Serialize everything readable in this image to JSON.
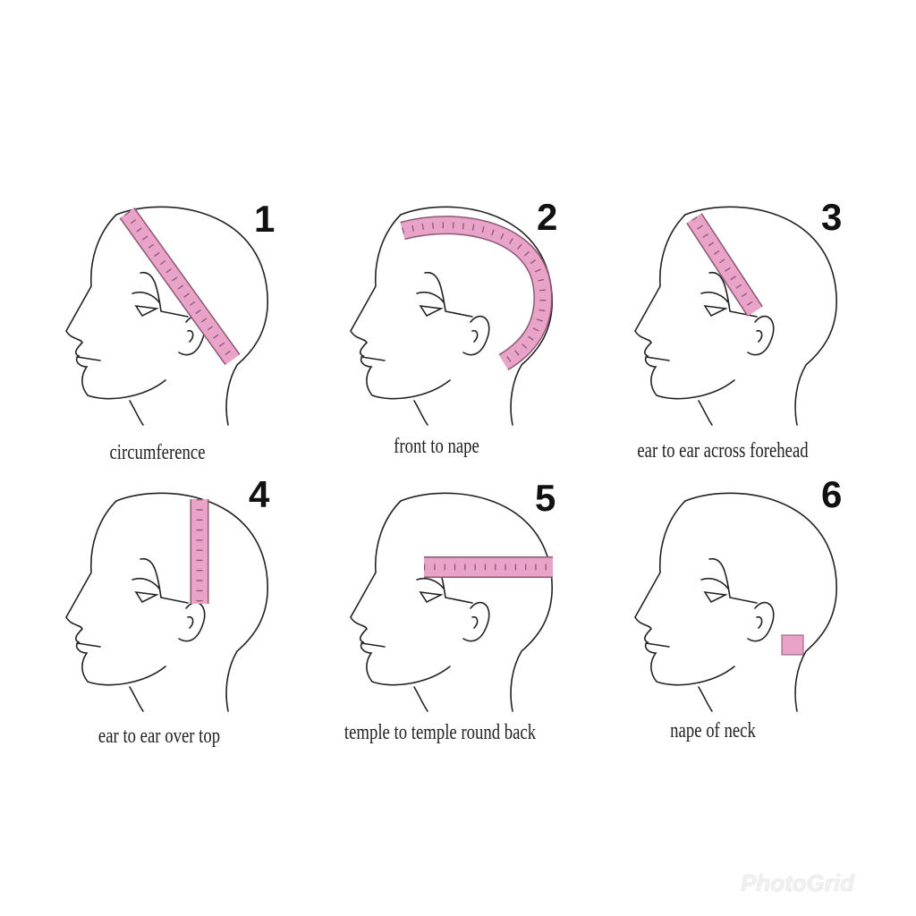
{
  "title": "Head measurement guide",
  "steps": [
    {
      "number": "1",
      "label": "circumference"
    },
    {
      "number": "2",
      "label": "front to nape"
    },
    {
      "number": "3",
      "label": "ear to ear across forehead"
    },
    {
      "number": "4",
      "label": "ear to ear over top"
    },
    {
      "number": "5",
      "label": "temple to temple round back"
    },
    {
      "number": "6",
      "label": "nape of neck"
    }
  ],
  "colors": {
    "tape": "#eaa3c8",
    "line": "#222222"
  },
  "watermark": "PhotoGrid"
}
